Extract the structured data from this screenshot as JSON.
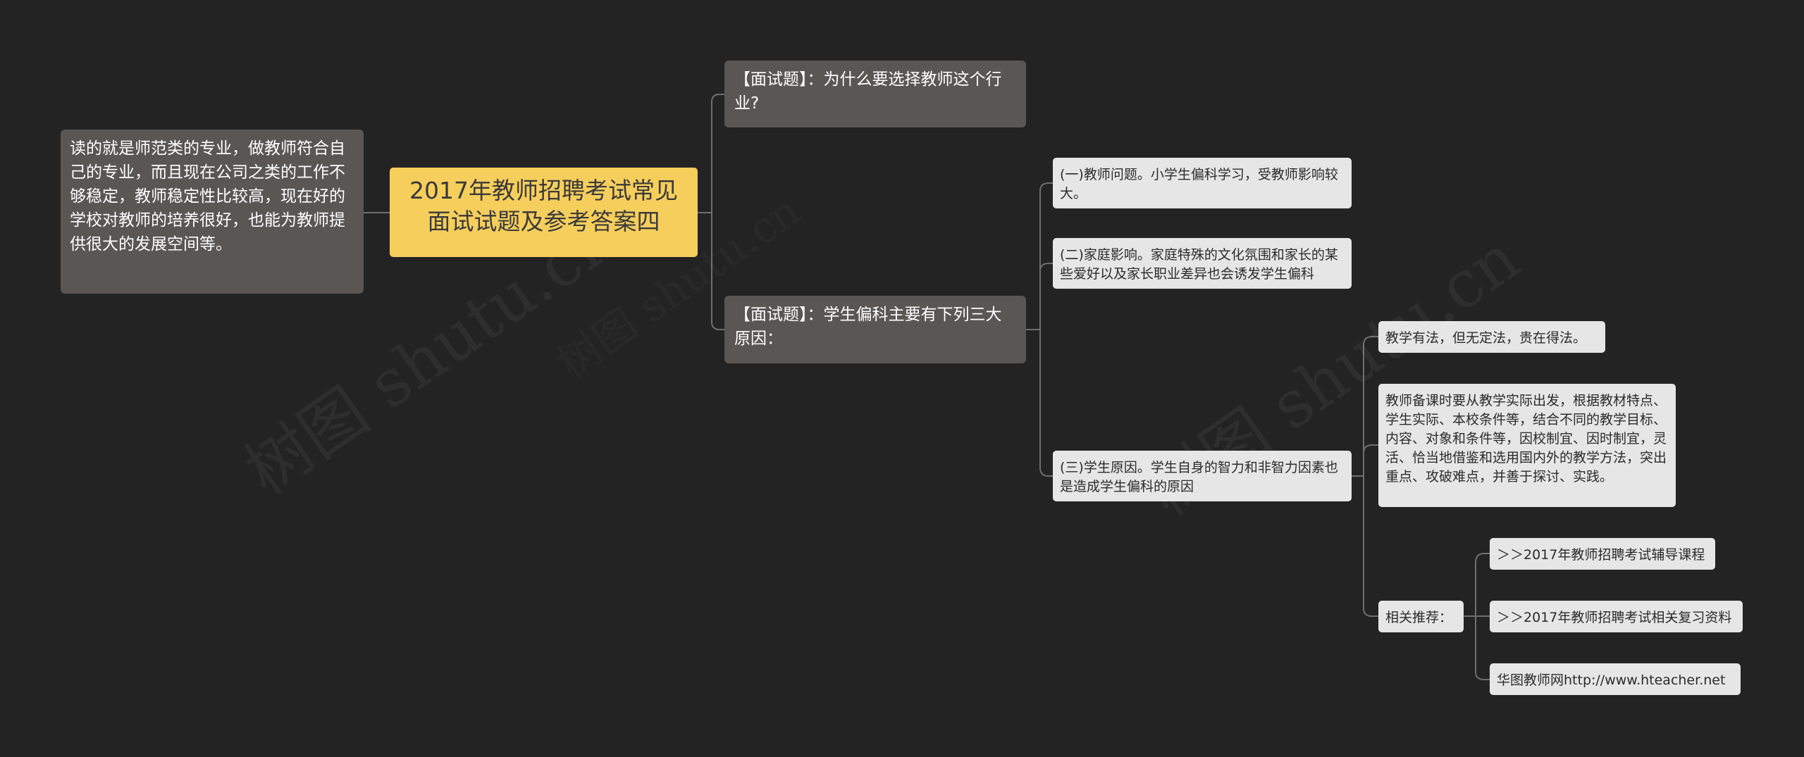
{
  "mindmap": {
    "root": "2017年教师招聘考试常见面试试题及参考答案四",
    "left_answer": "读的就是师范类的专业，做教师符合自己的专业，而且现在公司之类的工作不够稳定，教师稳定性比较高，现在好的学校对教师的培养很好，也能为教师提供很大的发展空间等。",
    "question1": "【面试题】：为什么要选择教师这个行业?",
    "question2": "【面试题】：学生偏科主要有下列三大原因：",
    "reason1": "(一)教师问题。小学生偏科学习，受教师影响较大。",
    "reason2": "(二)家庭影响。家庭特殊的文化氛围和家长的某些爱好以及家长职业差异也会诱发学生偏科",
    "reason3": "(三)学生原因。学生自身的智力和非智力因素也是造成学生偏科的原因",
    "method_short": "教学有法，但无定法，贵在得法。",
    "method_long": "教师备课时要从教学实际出发，根据教材特点、学生实际、本校条件等，结合不同的教学目标、内容、对象和条件等，因校制宜、因时制宜，灵活、恰当地借鉴和选用国内外的教学方法，突出重点、攻破难点，并善于探讨、实践。",
    "related_label": "相关推荐：",
    "related_items": [
      "＞＞2017年教师招聘考试辅导课程",
      "＞＞2017年教师招聘考试相关复习资料",
      "华图教师网http://www.hteacher.net"
    ]
  },
  "colors": {
    "background": "#232323",
    "root_fill": "#f6ce5c",
    "dark_fill": "#5a5654",
    "light_fill": "#e6e6e6",
    "link": "#6e6e6e"
  },
  "watermark": "树图 shutu.cn"
}
